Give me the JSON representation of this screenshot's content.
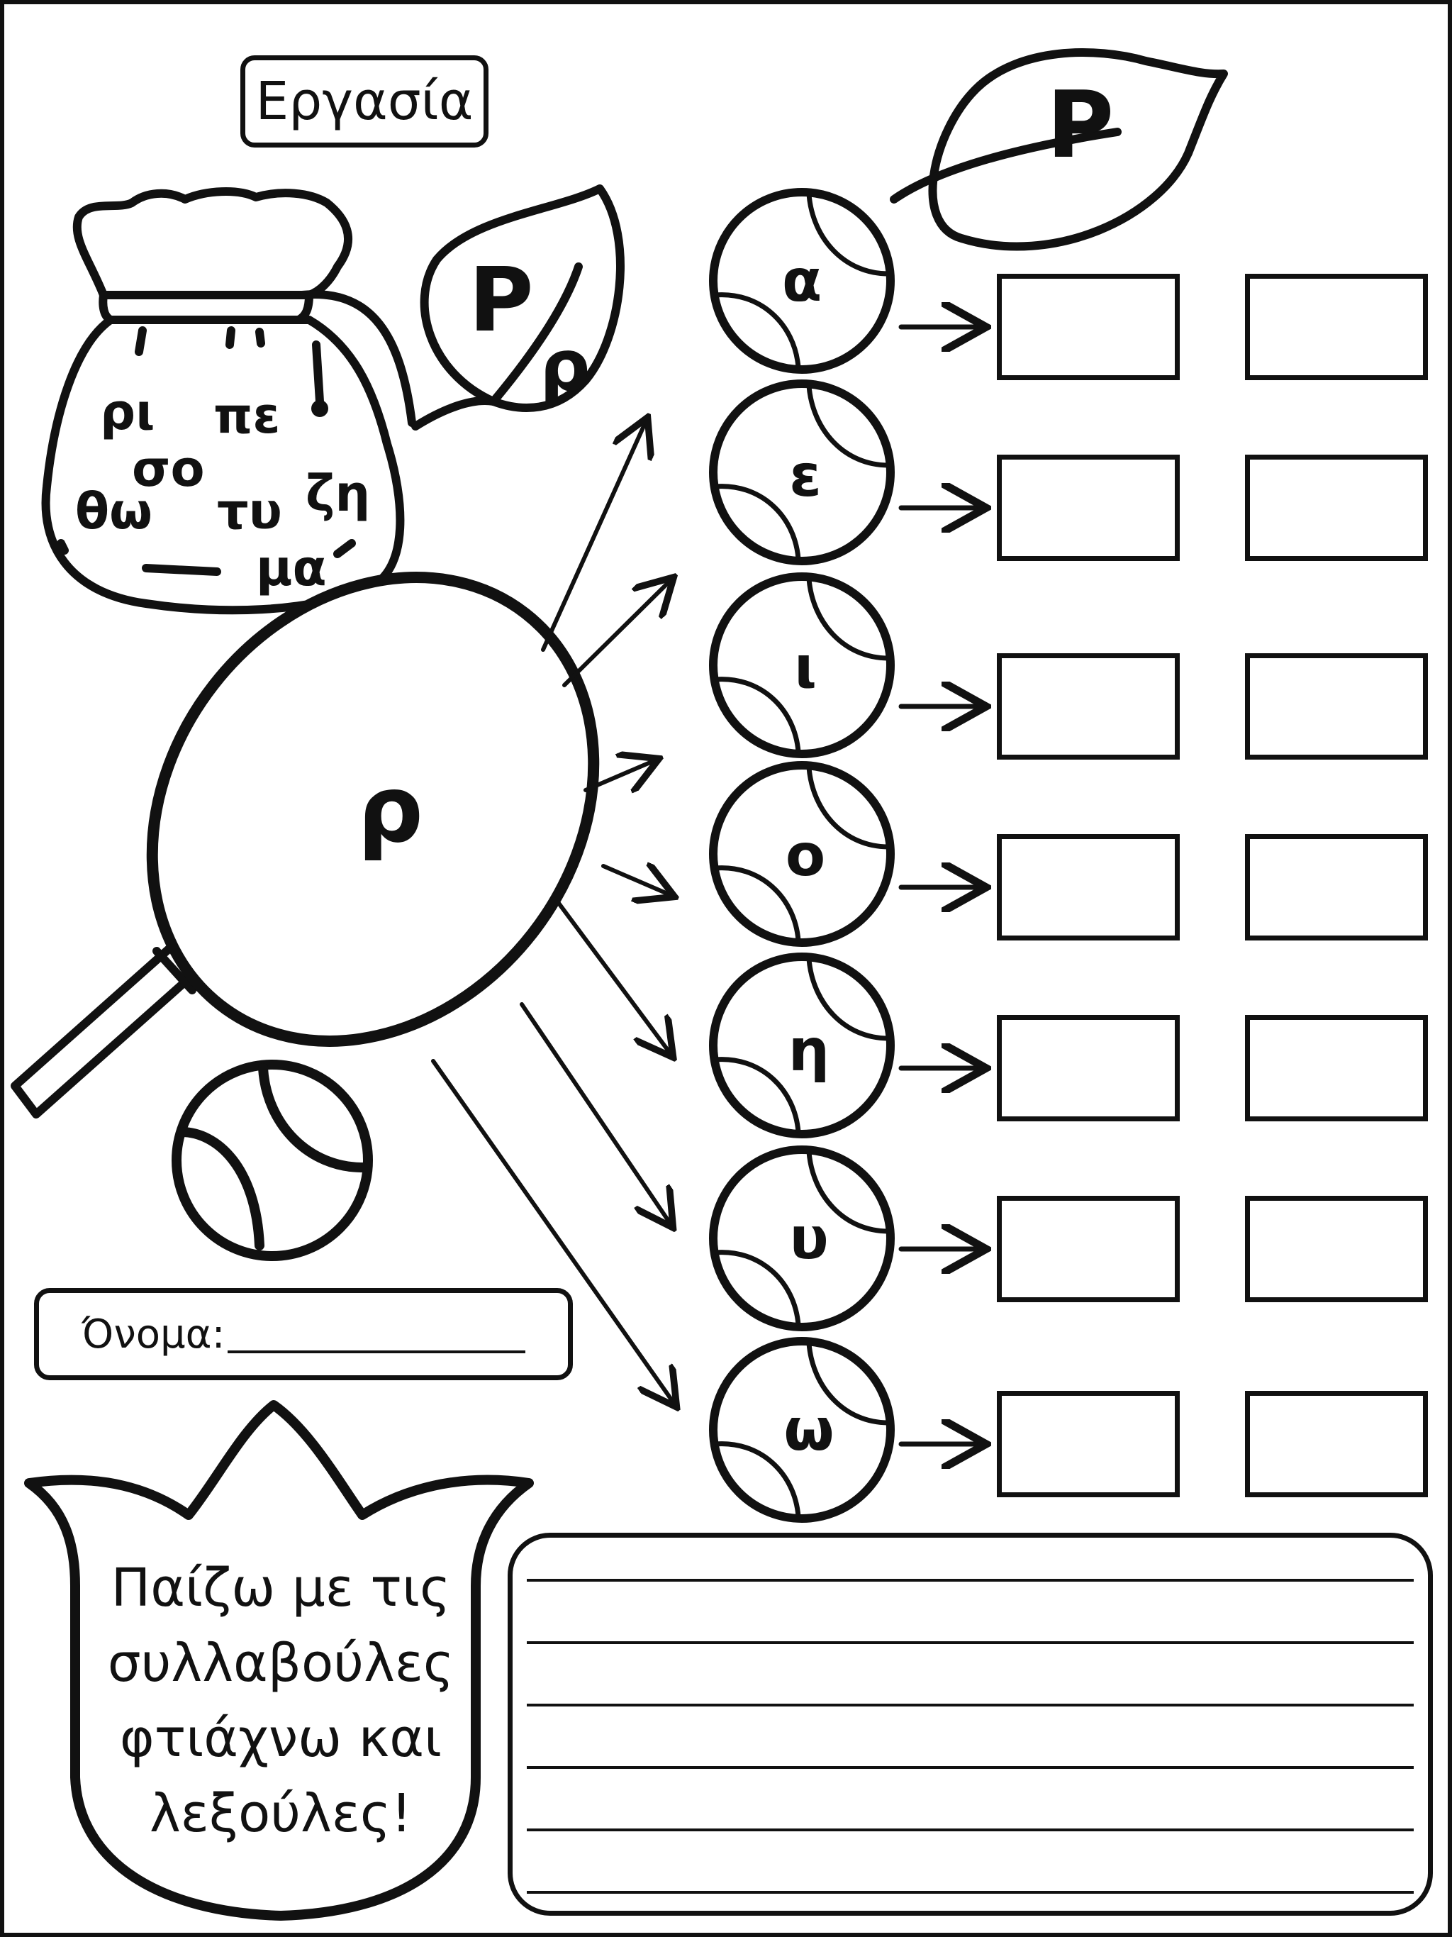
{
  "worksheet": {
    "title": "Εργασία",
    "name_label": "Όνομα:",
    "bag_syllables": [
      "ρι",
      "πε",
      "σο",
      "θω",
      "τυ",
      "ζη",
      "μα"
    ],
    "leaf_small": {
      "upper": "Ρ",
      "lower": "ρ"
    },
    "leaf_big": {
      "upper": "Ρ"
    },
    "center_consonant": "ρ",
    "vowels": [
      "α",
      "ε",
      "ι",
      "ο",
      "η",
      "υ",
      "ω"
    ],
    "tulip_lines": [
      "Παίζω με τις",
      "συλλαβούλες",
      "φτιάχνω και",
      "λεξούλες!"
    ],
    "writing_lines_count": 6
  }
}
